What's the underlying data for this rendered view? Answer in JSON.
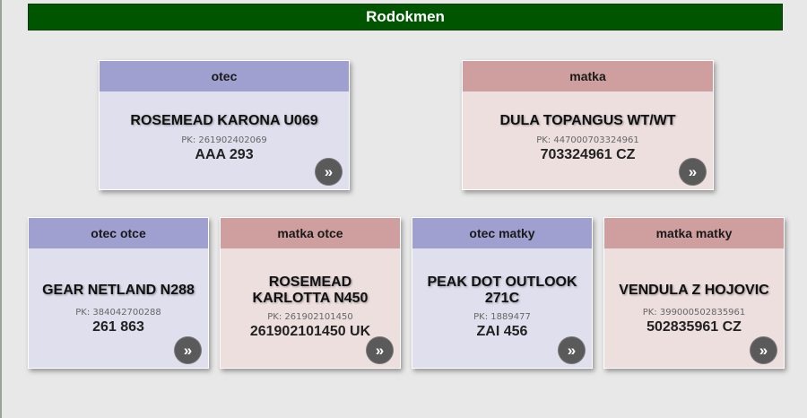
{
  "header": {
    "title": "Rodokmen"
  },
  "parents": {
    "father": {
      "role": "otec",
      "name": "ROSEMEAD KARONA U069",
      "pk": "PK: 261902402069",
      "reg": "AAA 293"
    },
    "mother": {
      "role": "matka",
      "name": "DULA TOPANGUS WT/WT",
      "pk": "PK: 447000703324961",
      "reg": "703324961 CZ"
    }
  },
  "grandparents": {
    "father_father": {
      "role": "otec otce",
      "name": "GEAR NETLAND N288",
      "pk": "PK: 384042700288",
      "reg": "261 863"
    },
    "father_mother": {
      "role": "matka otce",
      "name_line1": "ROSEMEAD",
      "name_line2": "KARLOTTA N450",
      "pk": "PK: 261902101450",
      "reg": "261902101450 UK"
    },
    "mother_father": {
      "role": "otec matky",
      "name_line1": "PEAK DOT OUTLOOK",
      "name_line2": "271C",
      "pk": "PK: 1889477",
      "reg": "ZAI 456"
    },
    "mother_mother": {
      "role": "matka matky",
      "name": "VENDULA Z HOJOVIC",
      "pk": "PK: 399000502835961",
      "reg": "502835961 CZ"
    }
  },
  "icons": {
    "detail_button": "double-chevron-right-icon",
    "glyph": "»"
  },
  "colors": {
    "banner": "#005500",
    "male_header": "#9f9fd0",
    "female_header": "#cf9f9f",
    "male_body": "#dfdfee",
    "female_body": "#eedfdf"
  }
}
